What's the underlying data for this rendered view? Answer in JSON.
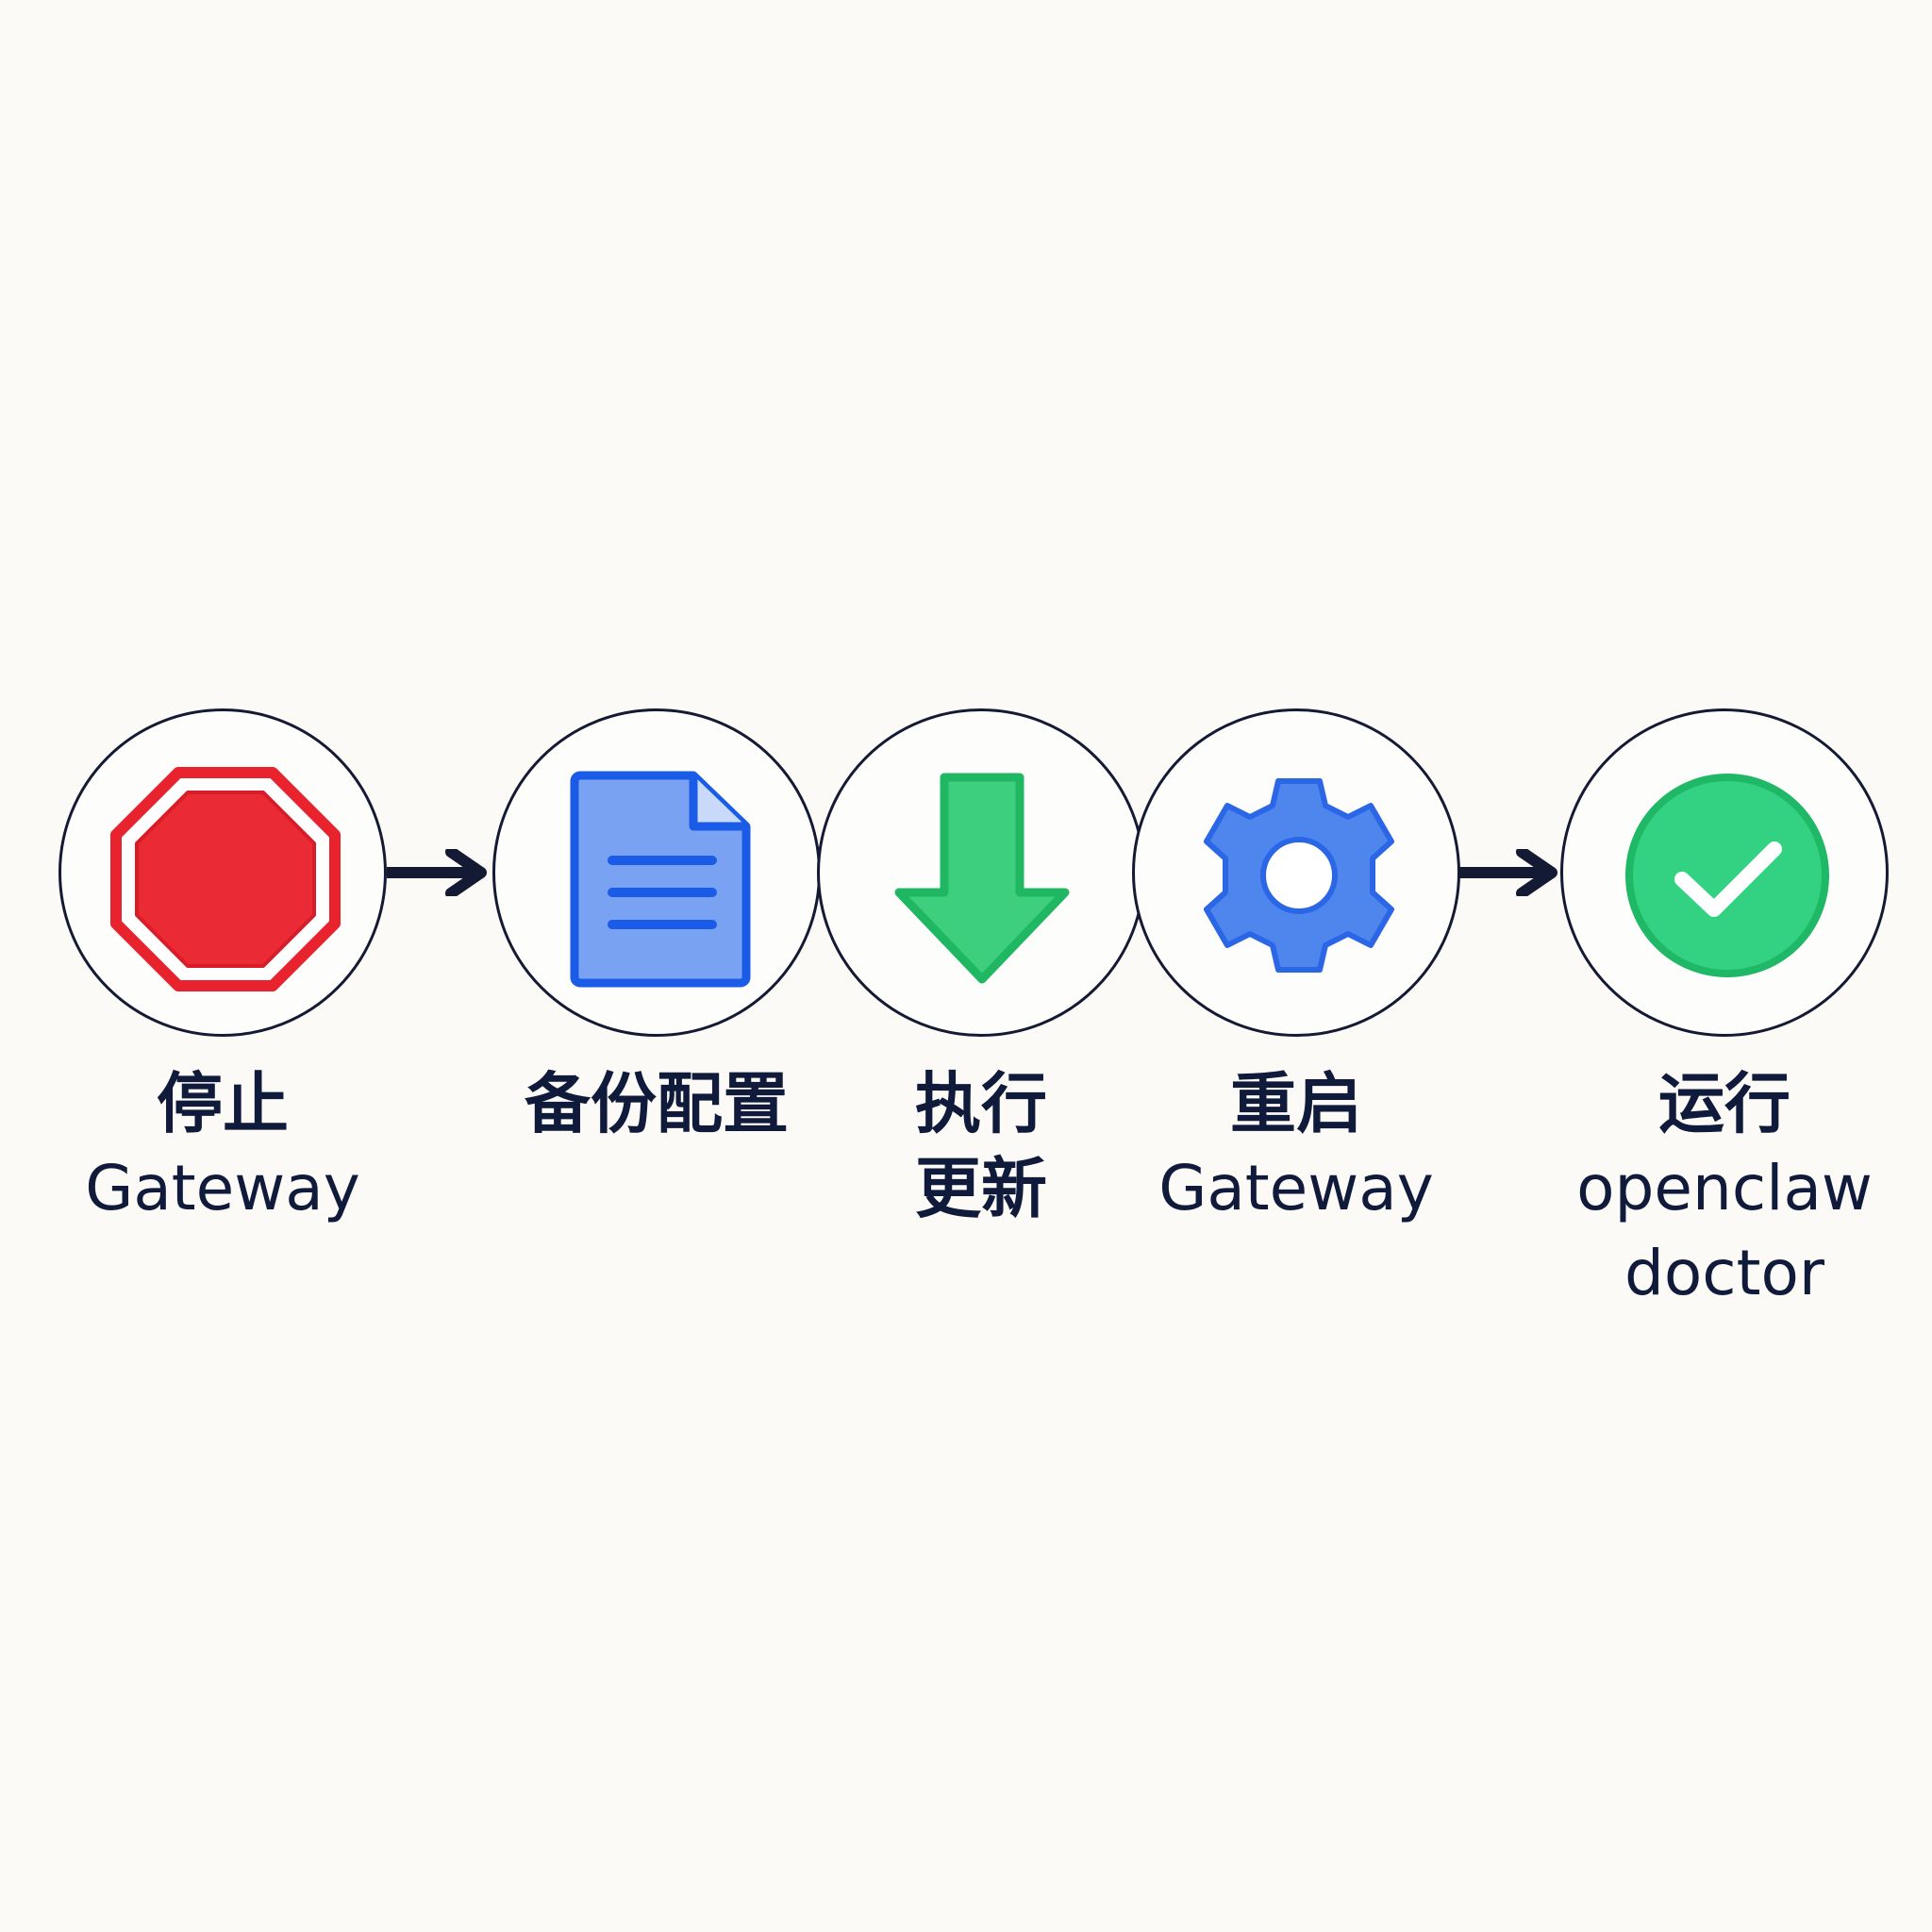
{
  "steps": [
    {
      "icon": "stop-icon",
      "lines": [
        "停止",
        "Gateway"
      ],
      "color": "#e8232e"
    },
    {
      "icon": "document-icon",
      "lines": [
        "备份配置"
      ],
      "color": "#1a5be8"
    },
    {
      "icon": "download-arrow-icon",
      "lines": [
        "执行",
        "更新"
      ],
      "color": "#2ec872"
    },
    {
      "icon": "gear-icon",
      "lines": [
        "重启",
        "Gateway"
      ],
      "color": "#3d7bea"
    },
    {
      "icon": "check-circle-icon",
      "lines": [
        "运行",
        "openclaw",
        "doctor"
      ],
      "color": "#2ecf7a"
    }
  ],
  "colors": {
    "text": "#101a3a",
    "outline": "#141a33",
    "background": "#fbfaf7"
  }
}
